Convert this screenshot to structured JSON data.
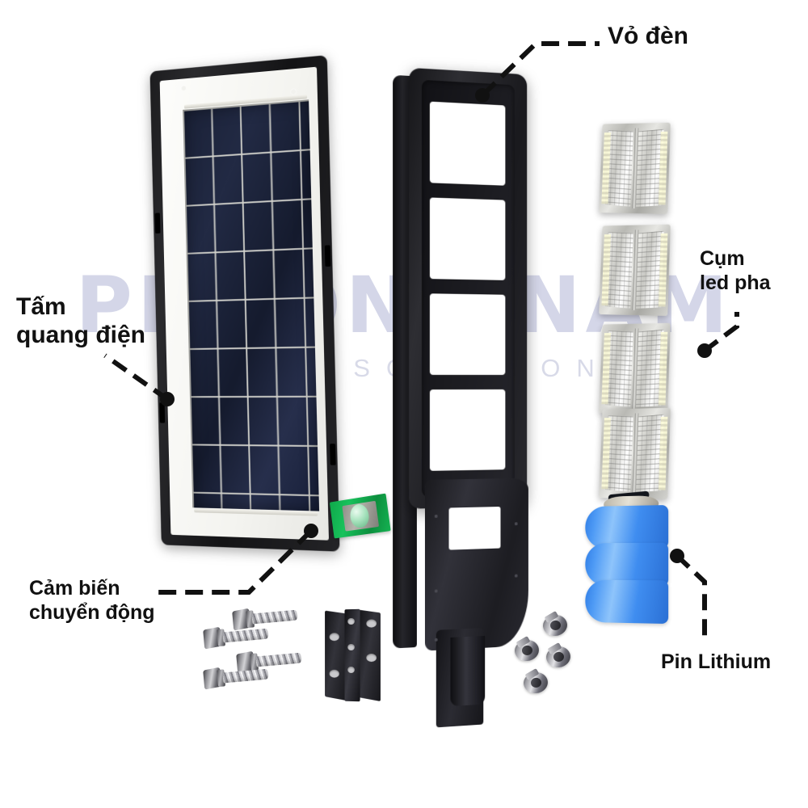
{
  "image": {
    "title": "Solar street light exploded component diagram",
    "background_color": "#ffffff"
  },
  "watermark": {
    "main": "PHUONG NAM",
    "sub": "SOLAR SOLUTIONS",
    "color": "#cdd0e4"
  },
  "labels": [
    {
      "id": "housing",
      "text": "Vỏ đèn",
      "note": "lamp housing"
    },
    {
      "id": "panel",
      "text": "Tấm\nquang điện",
      "note": "photovoltaic panel"
    },
    {
      "id": "leds",
      "text": "Cụm\nled pha",
      "note": "LED floodlight cluster"
    },
    {
      "id": "sensor",
      "text": "Cảm biến\nchuyển động",
      "note": "motion sensor"
    },
    {
      "id": "battery",
      "text": "Pin Lithium",
      "note": "lithium battery"
    }
  ],
  "parts": {
    "solar_panel": {
      "name": "Tấm quang điện",
      "frame_color": "#1d1d1f",
      "cell_color": "#1b2238",
      "cell_rows": 10,
      "cell_cols": 5
    },
    "lamp_housing": {
      "name": "Vỏ đèn",
      "color": "#1a1a1e",
      "led_windows": 4
    },
    "led_modules": {
      "name": "Cụm led pha",
      "count": 4,
      "color": "#d4d4d0"
    },
    "battery_pack": {
      "name": "Pin Lithium",
      "color": "#4f9bf5",
      "cells": 3
    },
    "motion_sensor": {
      "name": "Cảm biến chuyển động",
      "pcb_color": "#15b252"
    },
    "bolts": {
      "name": "Bu lông",
      "count": 4,
      "color": "#b4b4ba"
    },
    "bracket": {
      "name": "Giá đỡ",
      "count": 1,
      "color": "#18181c"
    },
    "clamps": {
      "name": "Kẹp",
      "count": 4,
      "color": "#9a9aa0"
    }
  },
  "leader_lines": {
    "color": "#111111",
    "style": "dashed",
    "endpoint_marker": "dot"
  }
}
